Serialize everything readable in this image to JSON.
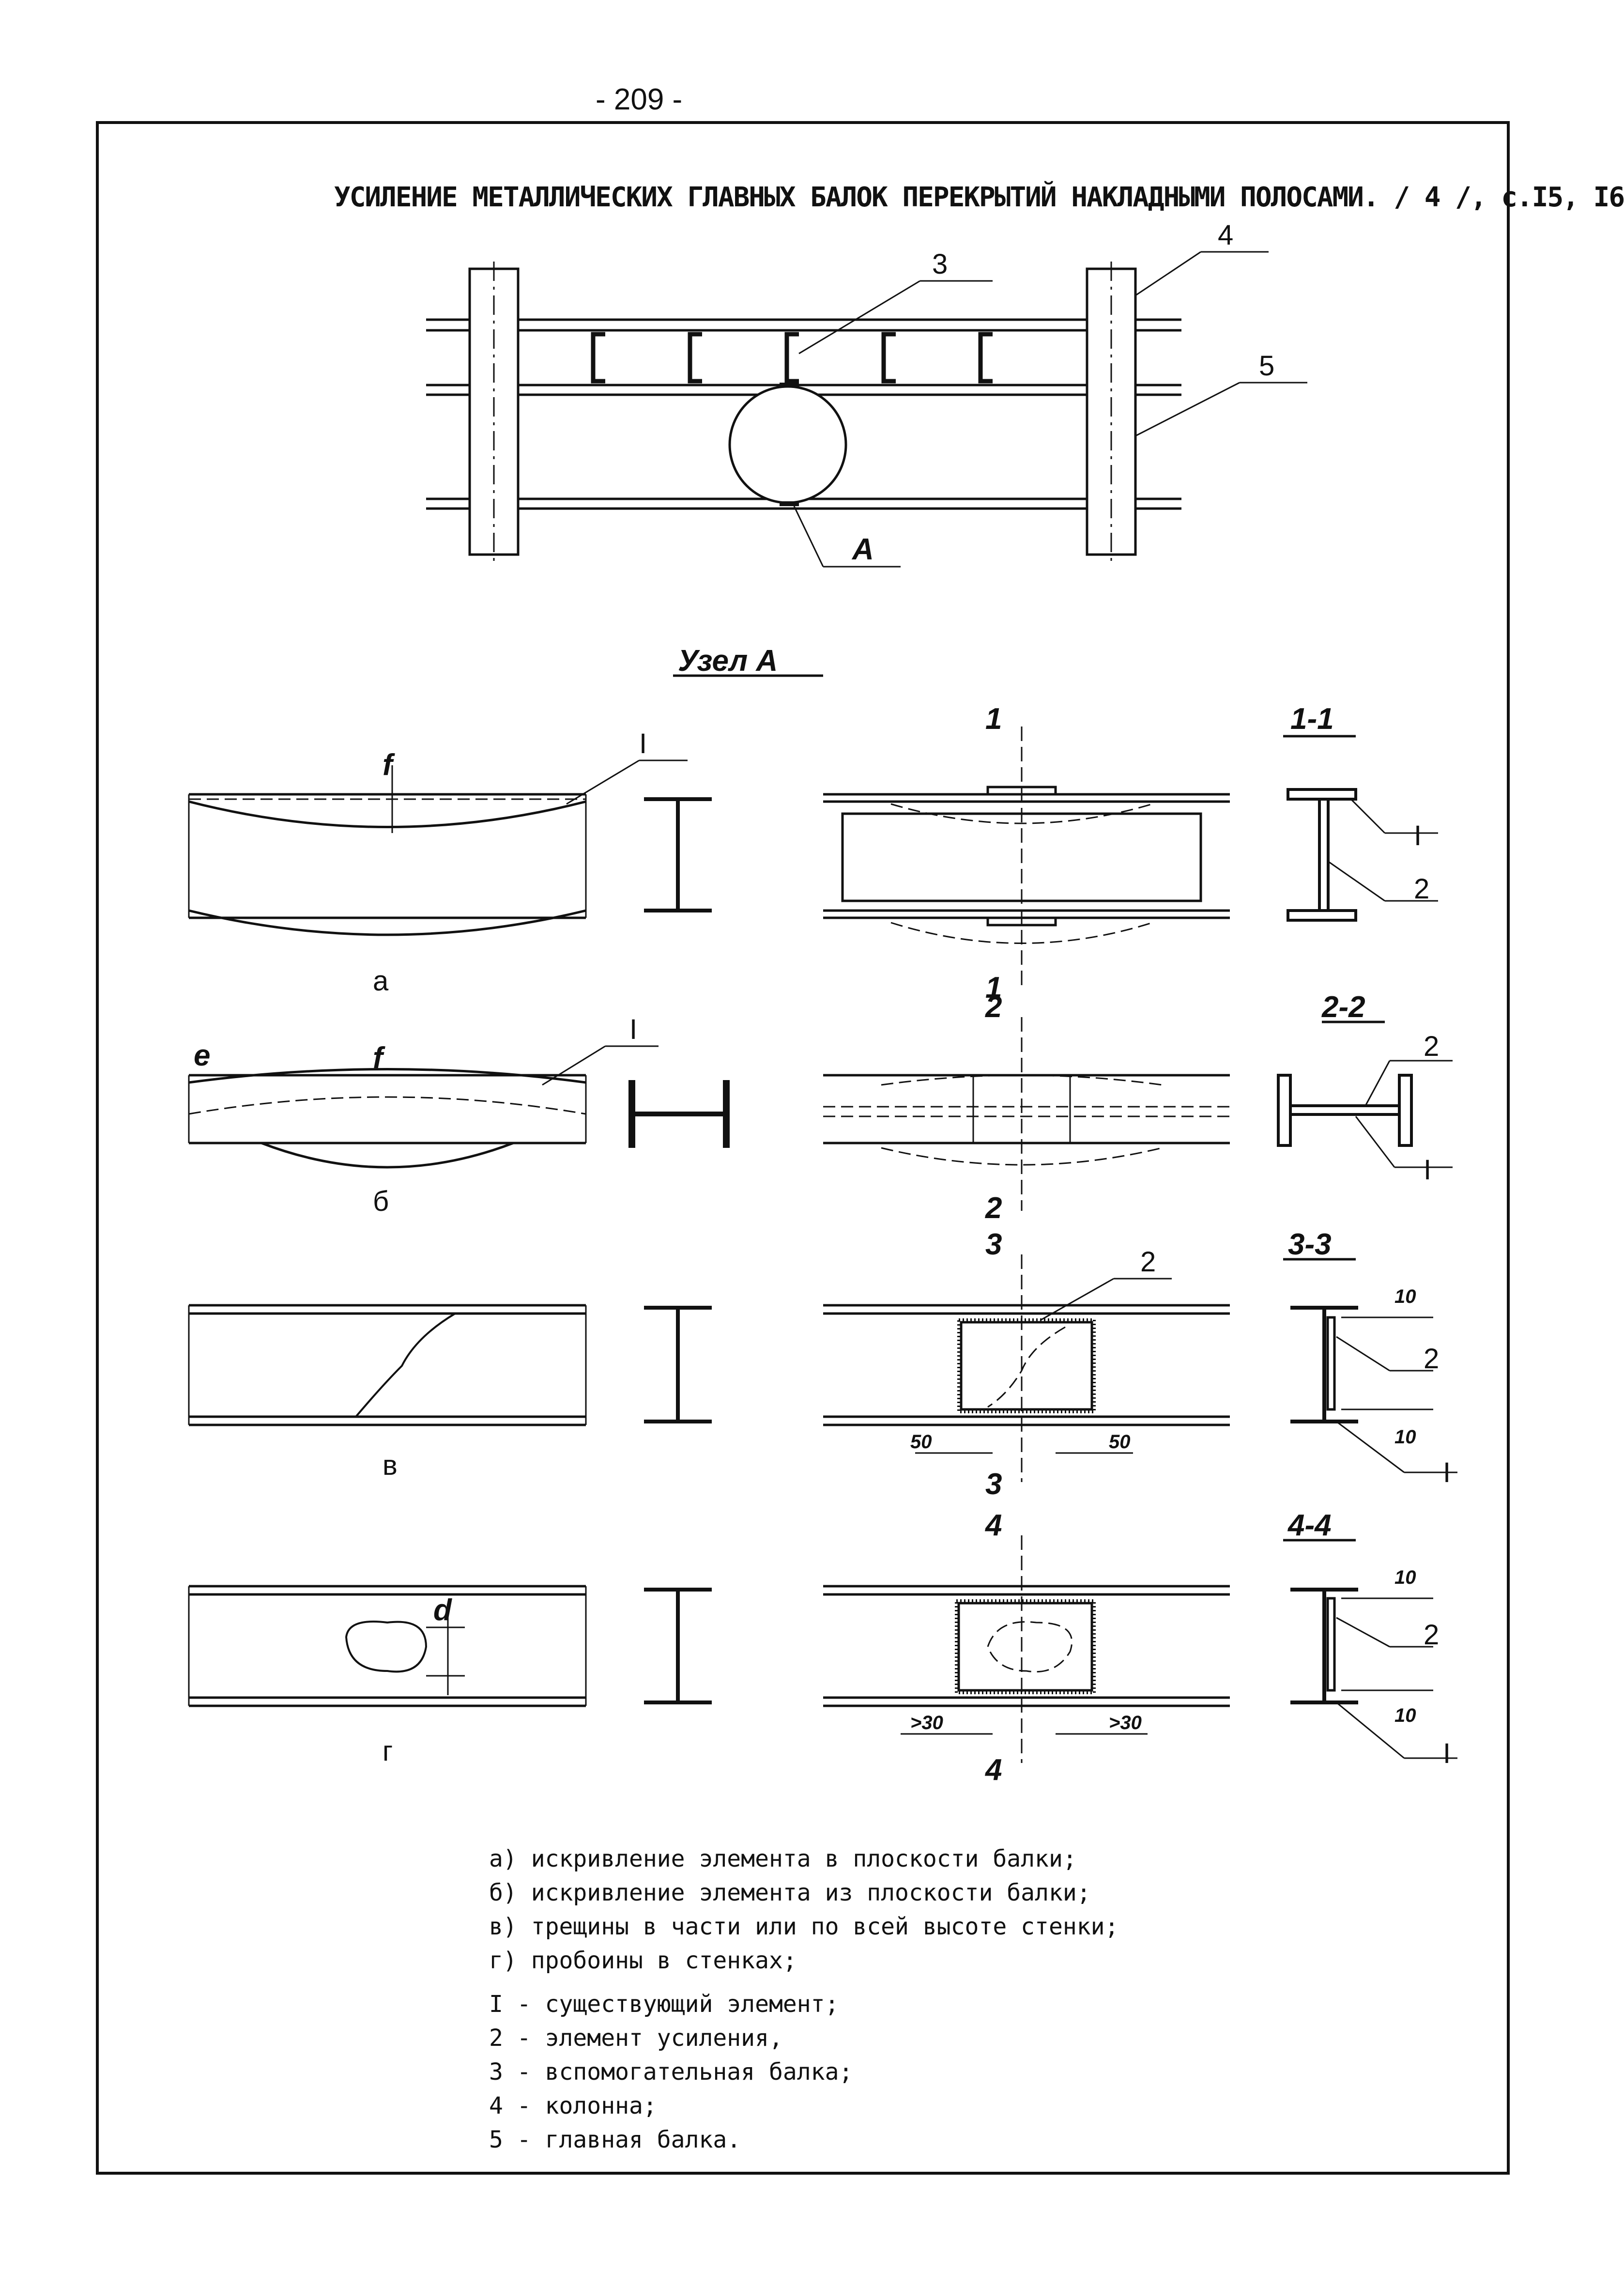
{
  "page_number": "- 209 -",
  "title": "УСИЛЕНИЕ МЕТАЛЛИЧЕСКИХ ГЛАВНЫХ БАЛОК ПЕРЕКРЫТИЙ НАКЛАДНЫМИ ПОЛОСАМИ. / 4 /, с.I5, I6",
  "top_view": {
    "callout_3": "3",
    "callout_4": "4",
    "callout_5": "5",
    "node_ref": "A"
  },
  "node_title": "Узел А",
  "rows": [
    {
      "letter": "а",
      "defect_symbol": "f",
      "existing": "I",
      "cut": "1",
      "section": "1-1",
      "part_1": "I",
      "part_2": "2"
    },
    {
      "letter": "б",
      "defect_symbol": "f",
      "defect_symbol_2": "e",
      "existing": "I",
      "cut": "2",
      "section": "2-2",
      "part_1": "I",
      "part_2": "2"
    },
    {
      "letter": "в",
      "cut": "3",
      "section": "3-3",
      "part_1": "I",
      "part_2": "2",
      "dim_left": "50",
      "dim_right": "50",
      "dim_v": "10"
    },
    {
      "letter": "г",
      "defect_symbol": "d",
      "cut": "4",
      "section": "4-4",
      "part_1": "I",
      "part_2": "2",
      "dim_left": ">30",
      "dim_right": ">30",
      "dim_v": "10"
    }
  ],
  "legend_cases": [
    "а) искривление элемента в плоскости балки;",
    "б) искривление элемента из плоскости балки;",
    "в) трещины в части или по всей высоте стенки;",
    "г) пробоины в стенках;"
  ],
  "legend_parts": [
    "I - существующий элемент;",
    "2 - элемент усиления,",
    "3 - вспомогательная балка;",
    "4 - колонна;",
    "5 - главная балка."
  ]
}
